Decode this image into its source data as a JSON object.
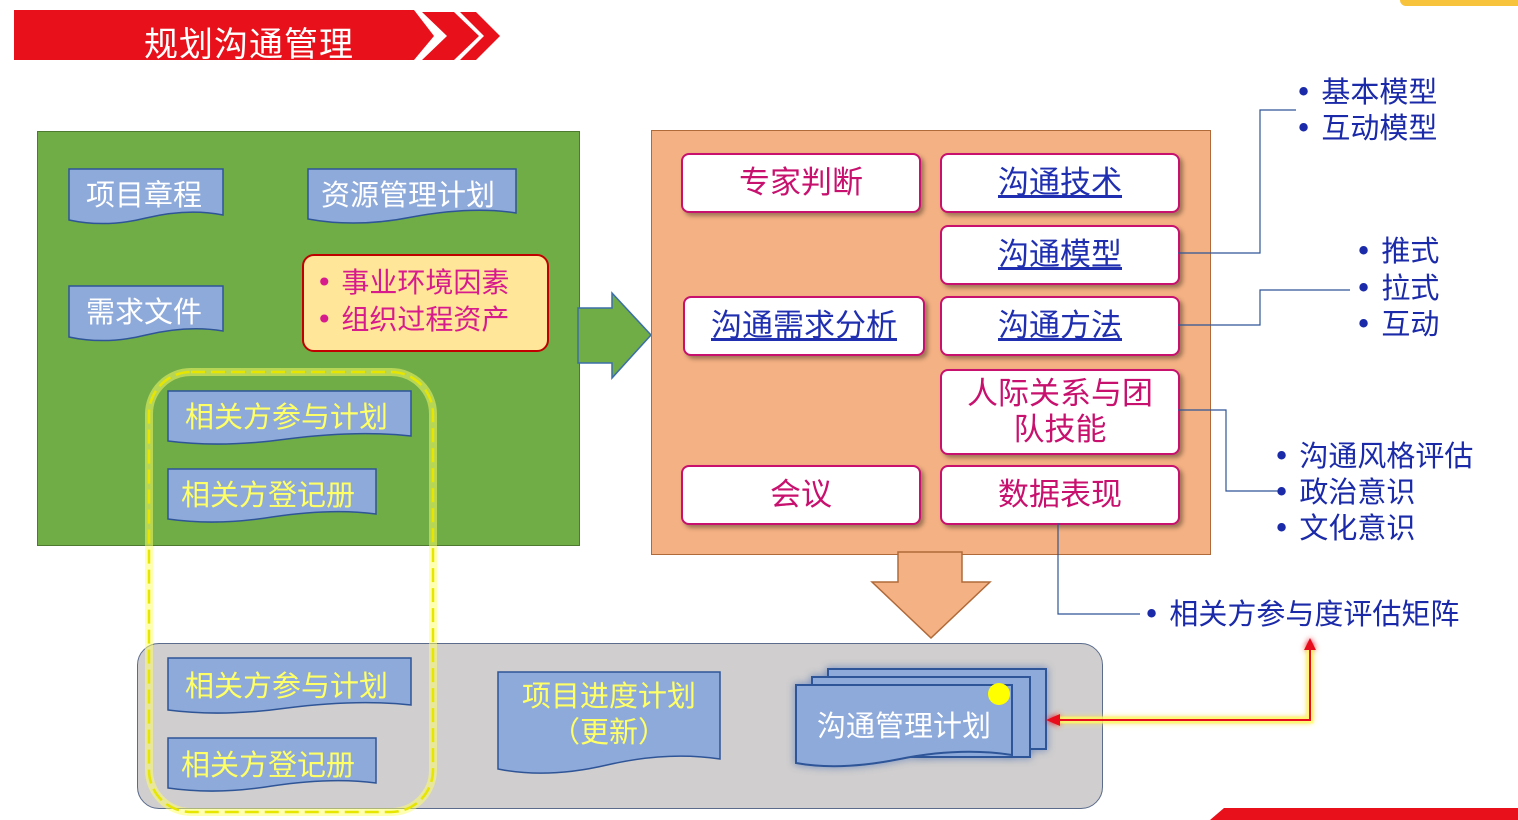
{
  "banner": {
    "title": "规划沟通管理"
  },
  "inputs": {
    "project_charter": "项目章程",
    "resource_plan": "资源管理计划",
    "requirements_doc": "需求文件",
    "factors": [
      "• 事业环境因素",
      "• 组织过程资产"
    ],
    "stakeholder_engagement_plan": "相关方参与计划",
    "stakeholder_register": "相关方登记册"
  },
  "tools": {
    "expert_judgment": "专家判断",
    "comm_tech": "沟通技术",
    "comm_model": "沟通模型",
    "comm_needs": "沟通需求分析",
    "comm_method": "沟通方法",
    "interpersonal_1": "人际关系与团",
    "interpersonal_2": "队技能",
    "meetings": "会议",
    "data_repr": "数据表现"
  },
  "annotations": {
    "models": [
      "• 基本模型",
      "• 互动模型"
    ],
    "methods": [
      "• 推式",
      "• 拉式",
      "• 互动"
    ],
    "skills": [
      "• 沟通风格评估",
      "• 政治意识",
      "• 文化意识"
    ],
    "matrix": "• 相关方参与度评估矩阵"
  },
  "outputs": {
    "stakeholder_engagement_plan": "相关方参与计划",
    "stakeholder_register": "相关方登记册",
    "schedule_1": "项目进度计划",
    "schedule_2": "（更新）",
    "comm_plan": "沟通管理计划"
  },
  "colors": {
    "banner_red": "#e8101a",
    "input_green": "#70ad47",
    "tool_orange": "#f4b183",
    "output_gray": "#d0cece",
    "doc_blue": "#8eaadb",
    "highlight_yellow": "#ffff66",
    "link_blue": "#1f2fb0",
    "magenta": "#c8106e"
  }
}
